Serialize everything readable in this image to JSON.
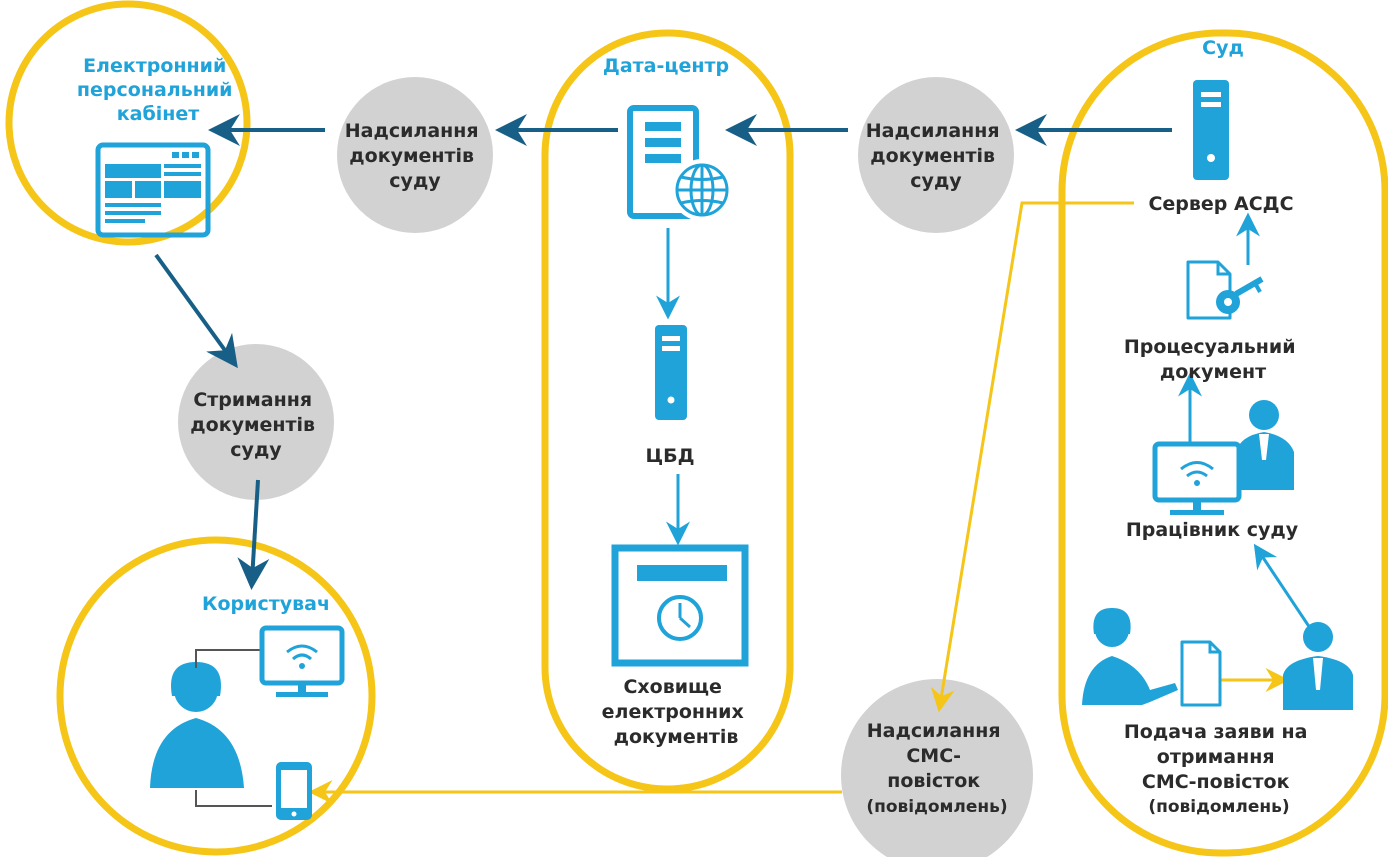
{
  "colors": {
    "yellow": "#f5c518",
    "blue": "#1fa3d9",
    "navy": "#175f86",
    "gray": "#d2d2d2",
    "text": "#2b2b2b"
  },
  "nodes": {
    "cabinet_title": [
      "Електронний",
      "персональний",
      "кабінет"
    ],
    "datacenter_title": "Дата-центр",
    "court_title": "Суд",
    "user_title": "Користувач",
    "send_docs_1": [
      "Надсилання",
      "документів",
      "суду"
    ],
    "send_docs_2": [
      "Надсилання",
      "документів",
      "суду"
    ],
    "receive_docs": [
      "Стримання",
      "документів",
      "суду"
    ],
    "sms_send": [
      "Надсилання",
      "СМС-",
      "повісток",
      "(повідомлень)"
    ],
    "asds_server": "Сервер АСДС",
    "procedural_doc": [
      "Процесуальний",
      "документ"
    ],
    "court_worker": "Працівник суду",
    "application": [
      "Подача заяви на",
      "отримання",
      "СМС-повісток",
      "(повідомлень)"
    ],
    "cbd": "ЦБД",
    "storage": [
      "Сховище",
      "електронних",
      "документів"
    ]
  },
  "icons": {
    "cabinet": "browser-window-icon",
    "datacenter_server": "web-server-icon",
    "cbd_server": "server-icon",
    "storage": "storage-vault-icon",
    "asds_server": "server-icon",
    "document_key": "document-key-icon",
    "worker": "worker-at-computer-icon",
    "applicant": "woman-icon",
    "application_doc": "document-icon",
    "official": "man-icon",
    "user": "woman-icon",
    "user_computer": "computer-wifi-icon",
    "user_phone": "smartphone-icon"
  }
}
